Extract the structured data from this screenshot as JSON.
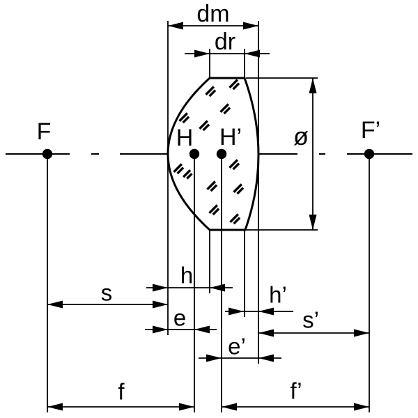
{
  "figure": {
    "type": "lens-optical-definitions-diagram",
    "background": "#ffffff",
    "ink": "#000000",
    "labels": {
      "dm": "dm",
      "dr": "dr",
      "diameter": "ø",
      "focal_point_front": "F",
      "focal_point_back": "F’",
      "principal_plane_front": "H",
      "principal_plane_back": "H’",
      "h": "h",
      "h_prime": "h’",
      "s": "s",
      "s_prime": "s’",
      "e": "e",
      "e_prime": "e’",
      "f": "f",
      "f_prime": "f’"
    }
  }
}
